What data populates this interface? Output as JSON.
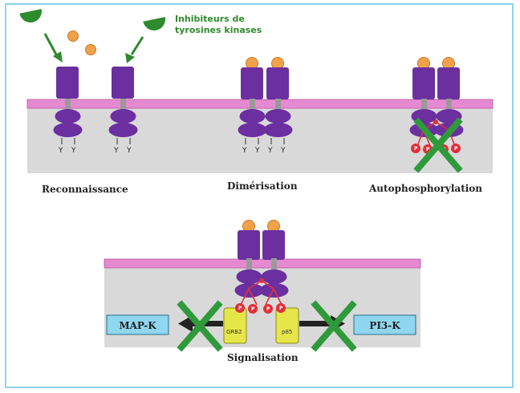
{
  "inhibitor_label_line1": "Inhibiteurs de",
  "inhibitor_label_line2": "tyrosines kinases",
  "steps": {
    "reconnaissance": "Reconnaissance",
    "dimerisation": "Dimérisation",
    "autophosphorylation": "Autophosphorylation",
    "signalisation": "Signalisation"
  },
  "y_label": "Y",
  "p_label": "P",
  "adaptors": {
    "left": "GRB2",
    "right": "p85"
  },
  "pathways": {
    "left": "MAP-K",
    "right": "PI3-K"
  },
  "colors": {
    "receptor": "#6b2fa0",
    "receptor_light": "#8c4fc4",
    "membrane": "#e58ad0",
    "cytoplasm": "#d9d9d9",
    "ligand": "#f0a24a",
    "inhibitor": "#2e8b2e",
    "inhibition_cross": "#2f9a3a",
    "phosphate": "#e0303a",
    "adaptor": "#e6e64a",
    "pathway_box": "#8fd6ef"
  }
}
